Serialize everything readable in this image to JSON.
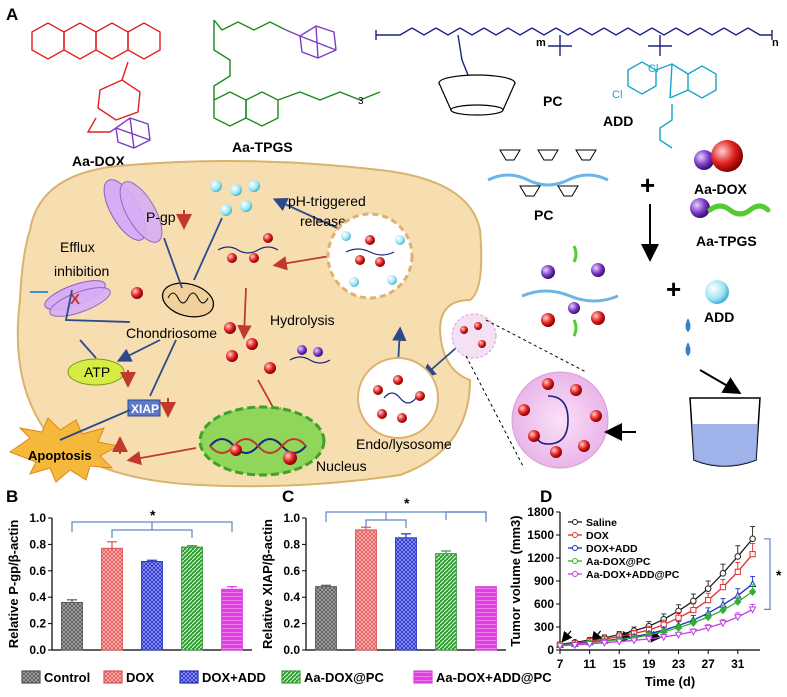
{
  "panelA": {
    "letter": "A",
    "aa_dox": "Aa-DOX",
    "aa_tpgs": "Aa-TPGS",
    "pc": "PC",
    "add": "ADD",
    "subscript_m": "m",
    "subscript_n": "n",
    "subscript_3": "3",
    "cell": {
      "pgp": "P-gp",
      "efflux": "Efflux",
      "inhibition": "inhibition",
      "x_mark": "X",
      "chondriosome": "Chondriosome",
      "atp": "ATP",
      "xiap": "XIAP",
      "apoptosis": "Apoptosis",
      "hydrolysis": "Hydrolysis",
      "ph_triggered": "pH-triggered",
      "release": "release",
      "nucleus": "Nucleus",
      "endo_lysosome": "Endo/lysosome"
    },
    "scheme": {
      "pc": "PC",
      "aa_dox": "Aa-DOX",
      "aa_tpgs": "Aa-TPGS",
      "add": "ADD",
      "plus1": "+",
      "plus2": "+"
    },
    "colors": {
      "dox": "#e02020",
      "tpgs": "#1a8a1a",
      "pc": "#1a237e",
      "add": "#14a5c8",
      "cell": "#f7deb0",
      "cell_border": "#d9b36b",
      "nucleus": "#8fd65a",
      "arrow_red": "#c0392b",
      "arrow_blue": "#2c4a8a"
    }
  },
  "panelB": {
    "letter": "B",
    "star": "*"
  },
  "panelC": {
    "letter": "C",
    "star": "*"
  },
  "panelD": {
    "letter": "D",
    "star": "*"
  },
  "legend": [
    {
      "label": "Control",
      "color": "#555555"
    },
    {
      "label": "DOX",
      "color": "#e05050"
    },
    {
      "label": "DOX+ADD",
      "color": "#2030c0"
    },
    {
      "label": "Aa-DOX@PC",
      "color": "#3a9a3a"
    },
    {
      "label": "Aa-DOX+ADD@PC",
      "color": "#e040e0"
    }
  ],
  "chart_data": [
    {
      "type": "bar",
      "panel": "B",
      "ylabel": "Relative P-gp/β-actin",
      "ylim": [
        0.0,
        1.0
      ],
      "yticks": [
        "0.0",
        "0.2",
        "0.4",
        "0.6",
        "0.8",
        "1.0"
      ],
      "categories": [
        "Control",
        "DOX",
        "DOX+ADD",
        "Aa-DOX@PC",
        "Aa-DOX+ADD@PC"
      ],
      "values": [
        0.36,
        0.77,
        0.67,
        0.78,
        0.46
      ],
      "errors": [
        0.02,
        0.05,
        0.01,
        0.01,
        0.02
      ],
      "colors": [
        "#555555",
        "#e05050",
        "#2030c0",
        "#3a9a3a",
        "#e040e0"
      ]
    },
    {
      "type": "bar",
      "panel": "C",
      "ylabel": "Relative XIAP/β-actin",
      "ylim": [
        0.0,
        1.0
      ],
      "yticks": [
        "0.0",
        "0.2",
        "0.4",
        "0.6",
        "0.8",
        "1.0"
      ],
      "categories": [
        "Control",
        "DOX",
        "DOX+ADD",
        "Aa-DOX@PC",
        "Aa-DOX+ADD@PC"
      ],
      "values": [
        0.48,
        0.91,
        0.85,
        0.73,
        0.48
      ],
      "errors": [
        0.01,
        0.02,
        0.03,
        0.02,
        0.0
      ],
      "colors": [
        "#555555",
        "#e05050",
        "#2030c0",
        "#3a9a3a",
        "#e040e0"
      ]
    },
    {
      "type": "line",
      "panel": "D",
      "ylabel": "Tumor volume (mm3)",
      "xlabel": "Time (d)",
      "xlim": [
        7,
        34
      ],
      "ylim": [
        0,
        1800
      ],
      "xticks": [
        7,
        11,
        15,
        19,
        23,
        27,
        31
      ],
      "yticks": [
        0,
        300,
        600,
        900,
        1200,
        1500,
        1800
      ],
      "x": [
        7,
        9,
        11,
        13,
        15,
        17,
        19,
        21,
        23,
        25,
        27,
        29,
        31,
        33
      ],
      "series": [
        {
          "name": "Saline",
          "color": "#222222",
          "marker": "circle",
          "values": [
            75,
            100,
            130,
            160,
            200,
            250,
            310,
            400,
            510,
            640,
            800,
            1000,
            1220,
            1450
          ],
          "err": [
            20,
            25,
            30,
            35,
            40,
            50,
            60,
            70,
            80,
            90,
            100,
            120,
            140,
            160
          ]
        },
        {
          "name": "DOX",
          "color": "#e03030",
          "marker": "square",
          "values": [
            70,
            90,
            115,
            140,
            175,
            215,
            260,
            330,
            420,
            520,
            650,
            820,
            1020,
            1250
          ],
          "err": [
            15,
            20,
            25,
            30,
            35,
            40,
            50,
            60,
            70,
            80,
            90,
            100,
            120,
            140
          ]
        },
        {
          "name": "DOX+ADD",
          "color": "#2030c0",
          "marker": "triangle",
          "values": [
            65,
            80,
            100,
            120,
            145,
            175,
            210,
            260,
            320,
            390,
            480,
            590,
            710,
            860
          ],
          "err": [
            15,
            15,
            20,
            20,
            25,
            30,
            35,
            40,
            50,
            60,
            70,
            80,
            90,
            100
          ]
        },
        {
          "name": "Aa-DOX@PC",
          "color": "#30b030",
          "marker": "diamond",
          "values": [
            60,
            75,
            95,
            115,
            135,
            160,
            195,
            240,
            290,
            355,
            430,
            520,
            630,
            760
          ],
          "err": [
            10,
            15,
            15,
            20,
            20,
            25,
            30,
            35,
            40,
            50,
            55,
            65,
            75,
            90
          ]
        },
        {
          "name": "Aa-DOX+ADD@PC",
          "color": "#c040e0",
          "marker": "triangle-down",
          "values": [
            55,
            65,
            80,
            95,
            110,
            125,
            145,
            170,
            200,
            240,
            290,
            350,
            430,
            530
          ],
          "err": [
            10,
            10,
            12,
            15,
            15,
            20,
            20,
            25,
            30,
            35,
            40,
            45,
            55,
            65
          ]
        }
      ]
    }
  ]
}
